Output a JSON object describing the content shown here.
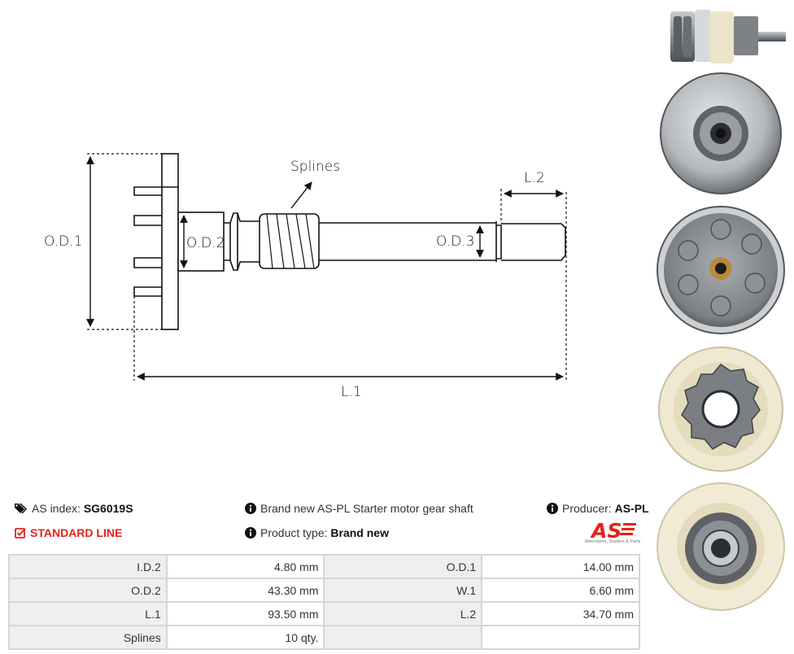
{
  "drawing": {
    "labels": {
      "od1": "O.D.1",
      "od2": "O.D.2",
      "od3": "O.D.3",
      "splines": "Splines",
      "l1": "L.1",
      "l2": "L.2"
    }
  },
  "thumbnails": [
    {
      "icon": "gear-shaft-side-photo"
    },
    {
      "icon": "gear-bottom-cap-photo"
    },
    {
      "icon": "gear-roller-face-photo"
    },
    {
      "icon": "pinion-front-photo"
    },
    {
      "icon": "pinion-angle-photo"
    }
  ],
  "info": {
    "as_index_label": "AS index:",
    "as_index_value": "SG6019S",
    "standard_line": "STANDARD LINE",
    "description": "Brand new AS-PL Starter motor gear shaft",
    "product_type_label": "Product type:",
    "product_type_value": "Brand new",
    "producer_label": "Producer:",
    "producer_value": "AS-PL",
    "logo_text": "AS",
    "logo_tagline": "Alternators, Starters & Parts"
  },
  "colors": {
    "accent_red": "#e2231a",
    "table_label_bg": "#efefef",
    "table_border": "#d6d6d6"
  },
  "params": {
    "rows": [
      {
        "l1": "I.D.2",
        "v1": "4.80 mm",
        "l2": "O.D.1",
        "v2": "14.00 mm"
      },
      {
        "l1": "O.D.2",
        "v1": "43.30  mm",
        "l2": "W.1",
        "v2": "6.60 mm"
      },
      {
        "l1": "L.1",
        "v1": "93.50  mm",
        "l2": "L.2",
        "v2": "34.70 mm"
      },
      {
        "l1": "Splines",
        "v1": "10 qty.",
        "l2": "",
        "v2": ""
      }
    ]
  }
}
